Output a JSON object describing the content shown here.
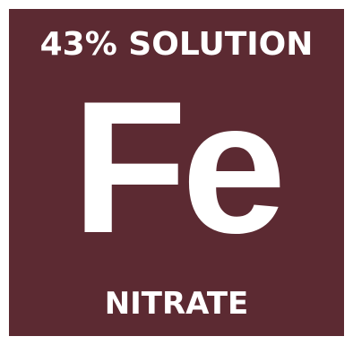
{
  "tile": {
    "background_color": "#5c2a32",
    "text_color": "#ffffff",
    "top_label": "43% SOLUTION",
    "symbol": "Fe",
    "bottom_label": "NITRATE"
  }
}
